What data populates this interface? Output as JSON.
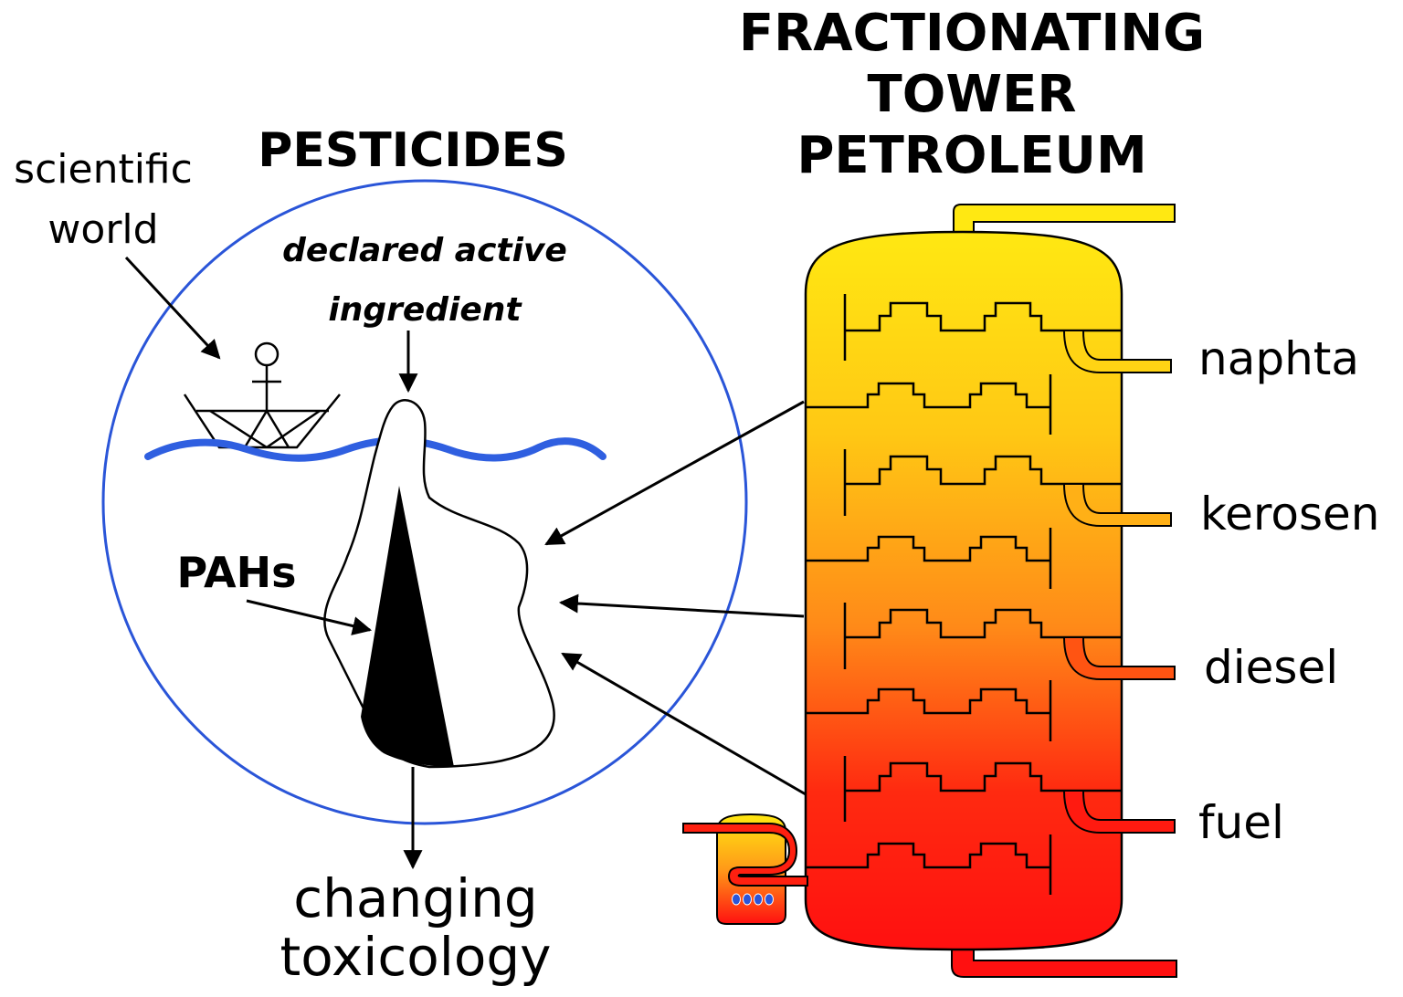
{
  "pesticides": {
    "title": "PESTICIDES",
    "scientific_world": [
      "scientific",
      "world"
    ],
    "declared_active_ingredient": [
      "declared active",
      "ingredient"
    ],
    "pahs": "PAHs",
    "changing_toxicology": [
      "changing",
      "toxicology"
    ]
  },
  "tower": {
    "title": [
      "FRACTIONATING",
      "TOWER",
      "PETROLEUM"
    ],
    "fractions": [
      "naphta",
      "kerosen",
      "diesel",
      "fuel"
    ]
  },
  "colors": {
    "circle": "#2a55d8",
    "water": "#2f5fe0",
    "tower_top": "#ffe812",
    "tower_mid": "#ff9a18",
    "tower_bottom": "#ff1010",
    "ink": "#000000"
  }
}
